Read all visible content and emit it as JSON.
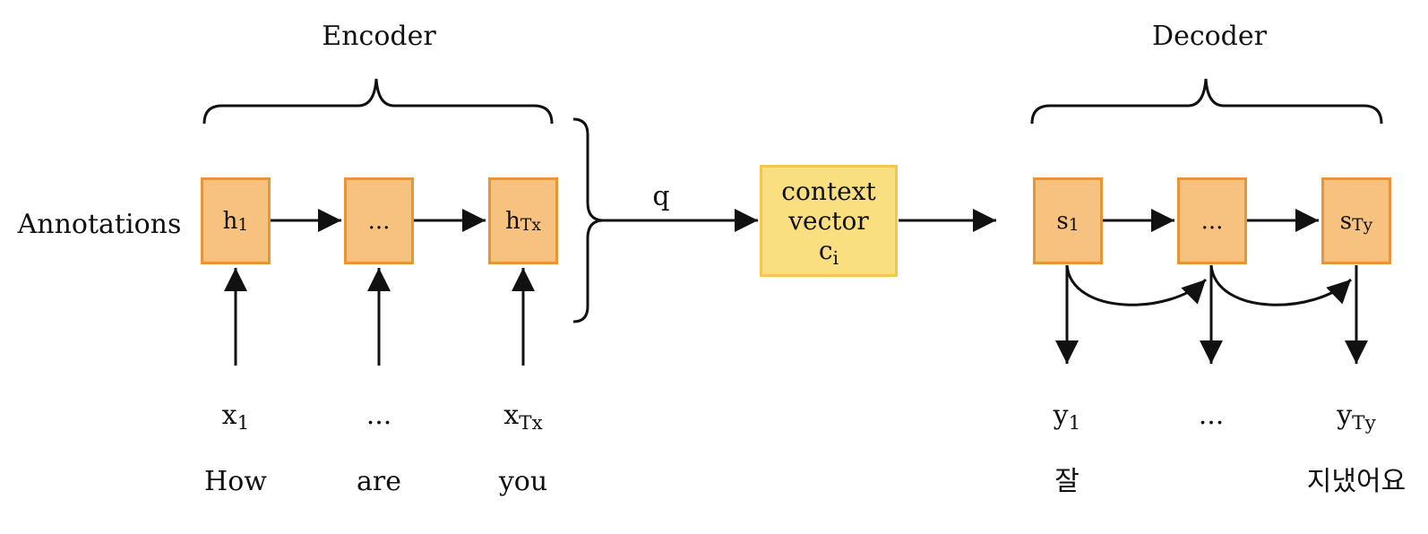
{
  "headers": {
    "encoder": "Encoder",
    "decoder": "Decoder"
  },
  "row_label": "Annotations",
  "query_label": "q",
  "encoder": {
    "states": [
      {
        "base": "h",
        "sub": "1"
      },
      {
        "base": "...",
        "sub": ""
      },
      {
        "base": "h",
        "sub": "Tx"
      }
    ],
    "inputs": [
      {
        "base": "x",
        "sub": "1"
      },
      {
        "base": "...",
        "sub": ""
      },
      {
        "base": "x",
        "sub": "Tx"
      }
    ],
    "words": [
      "How",
      "are",
      "you"
    ]
  },
  "context": {
    "line1": "context",
    "line2": "vector",
    "base": "c",
    "sub": "i"
  },
  "decoder": {
    "states": [
      {
        "base": "s",
        "sub": "1"
      },
      {
        "base": "...",
        "sub": ""
      },
      {
        "base": "s",
        "sub": "Ty"
      }
    ],
    "outputs": [
      {
        "base": "y",
        "sub": "1"
      },
      {
        "base": "...",
        "sub": ""
      },
      {
        "base": "y",
        "sub": "Ty"
      }
    ],
    "words": [
      "잘",
      "",
      "지냈어요"
    ]
  },
  "colors": {
    "state_fill": "#f7c17f",
    "state_border": "#e8953a",
    "context_fill": "#f9df7f",
    "context_border": "#f2c84f",
    "line": "#111111"
  }
}
